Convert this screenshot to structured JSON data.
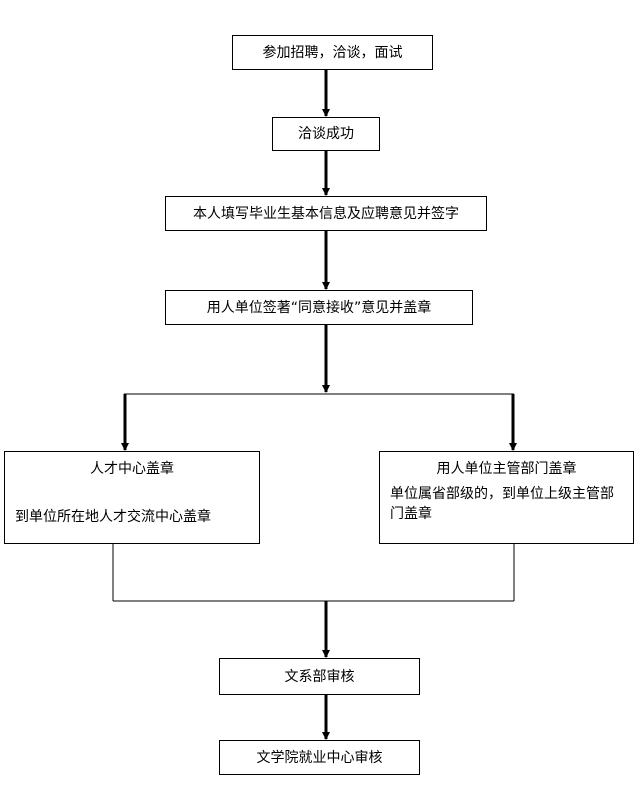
{
  "flowchart": {
    "step1": "参加招聘，洽谈，面试",
    "step2": "洽谈成功",
    "step3": "本人填写毕业生基本信息及应聘意见并签字",
    "step4": "用人单位签著“同意接收”意见并盖章",
    "branch_left": {
      "title": "人才中心盖章",
      "note": "到单位所在地人才交流中心盖章"
    },
    "branch_right": {
      "title": "用人单位主管部门盖章",
      "note": "单位属省部级的，到单位上级主管部门盖章"
    },
    "step5": "文系部审核",
    "step6": "文学院就业中心审核"
  }
}
